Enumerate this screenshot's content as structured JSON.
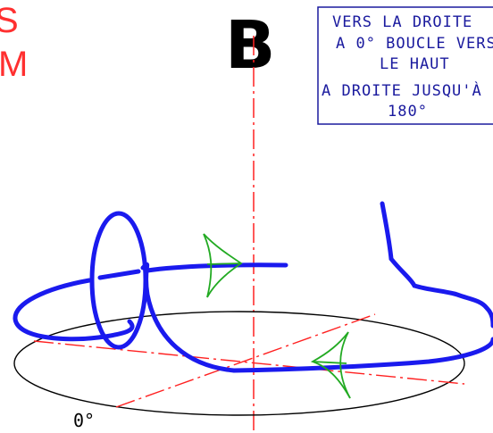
{
  "labels": {
    "big_letter": "B",
    "red_s": "S",
    "red_m": "M",
    "degree_zero": "0°"
  },
  "note_box": {
    "line1": "VERS LA DROITE",
    "line2": "A 0° BOUCLE VERS",
    "line3": "LE HAUT",
    "line4": "A DROITE JUSQU'À",
    "line5": "180°"
  },
  "colors": {
    "stroke_blue": "#1a1aee",
    "axis_red": "#ff2020",
    "arrow_green": "#22aa22",
    "box_blue": "#1a1a9e"
  }
}
